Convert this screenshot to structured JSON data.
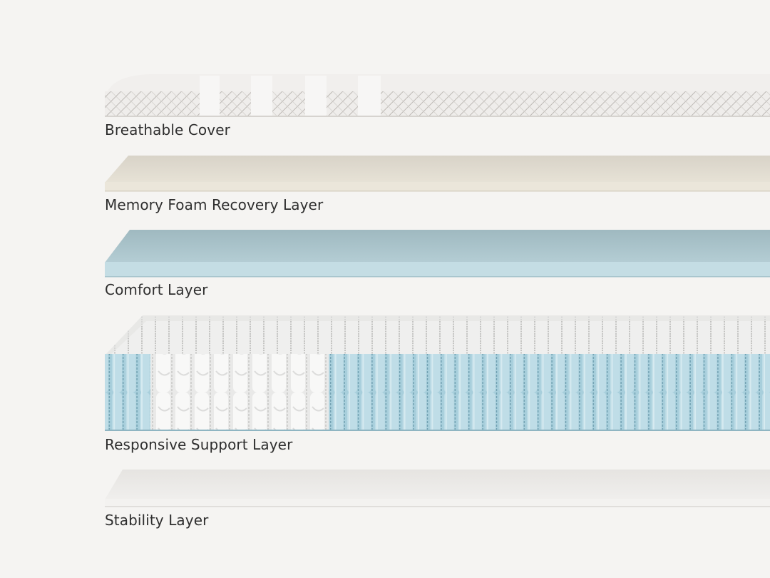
{
  "layers": [
    {
      "label": "Breathable Cover",
      "color": "#e8e6e4"
    },
    {
      "label": "Memory Foam Recovery Layer",
      "color": "#e7e1d3"
    },
    {
      "label": "Comfort Layer",
      "color": "#c2dbe2"
    },
    {
      "label": "Responsive Support Layer",
      "color": "#a9cfdc"
    },
    {
      "label": "Stability Layer",
      "color": "#ecebe9"
    }
  ]
}
